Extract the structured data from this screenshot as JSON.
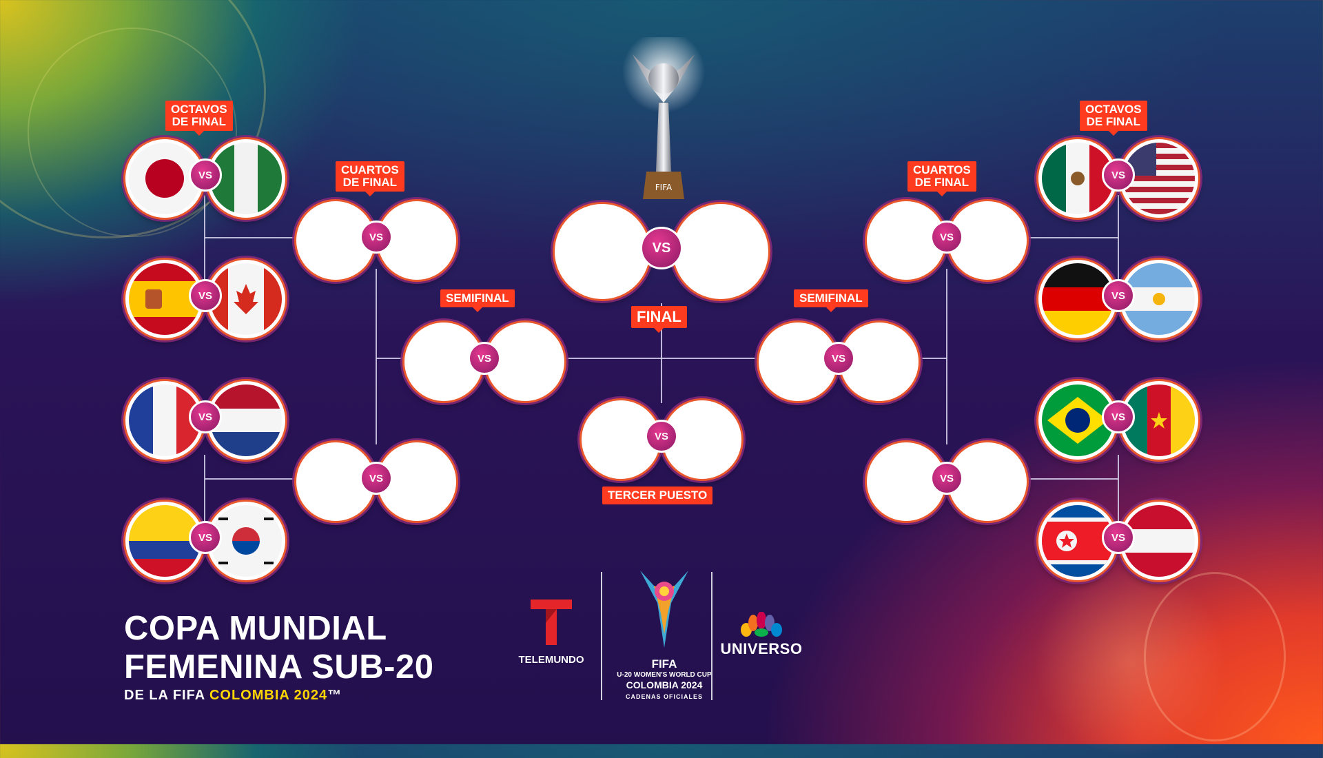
{
  "stages": {
    "octavos": "OCTAVOS\nDE FINAL",
    "cuartos": "CUARTOS\nDE FINAL",
    "semifinal": "SEMIFINAL",
    "final": "FINAL",
    "tercer": "TERCER PUESTO"
  },
  "vs_label": "VS",
  "round_of_16": [
    {
      "side": "left",
      "home": "Japan",
      "away": "Nigeria"
    },
    {
      "side": "left",
      "home": "Spain",
      "away": "Canada"
    },
    {
      "side": "left",
      "home": "France",
      "away": "Netherlands"
    },
    {
      "side": "left",
      "home": "Colombia",
      "away": "South Korea"
    },
    {
      "side": "right",
      "home": "Mexico",
      "away": "United States"
    },
    {
      "side": "right",
      "home": "Germany",
      "away": "Argentina"
    },
    {
      "side": "right",
      "home": "Brazil",
      "away": "Cameroon"
    },
    {
      "side": "right",
      "home": "North Korea",
      "away": "Austria"
    }
  ],
  "title": {
    "line1": "COPA MUNDIAL",
    "line2": "FEMENINA SUB-20",
    "line3_prefix": "DE LA FIFA",
    "line3_highlight": "COLOMBIA 2024",
    "trademark": "™"
  },
  "logos": {
    "telemundo": "TELEMUNDO",
    "fifa_line1": "FIFA",
    "fifa_line2": "U-20 WOMEN'S WORLD CUP",
    "fifa_line3": "COLOMBIA 2024",
    "fifa_line4": "CADENAS OFICIALES",
    "universo": "UNIVERSO",
    "trophy_label": "FIFA"
  },
  "colors": {
    "accent": "#ff3b1f",
    "vs": "#c42a7d",
    "highlight": "#ffd700"
  }
}
